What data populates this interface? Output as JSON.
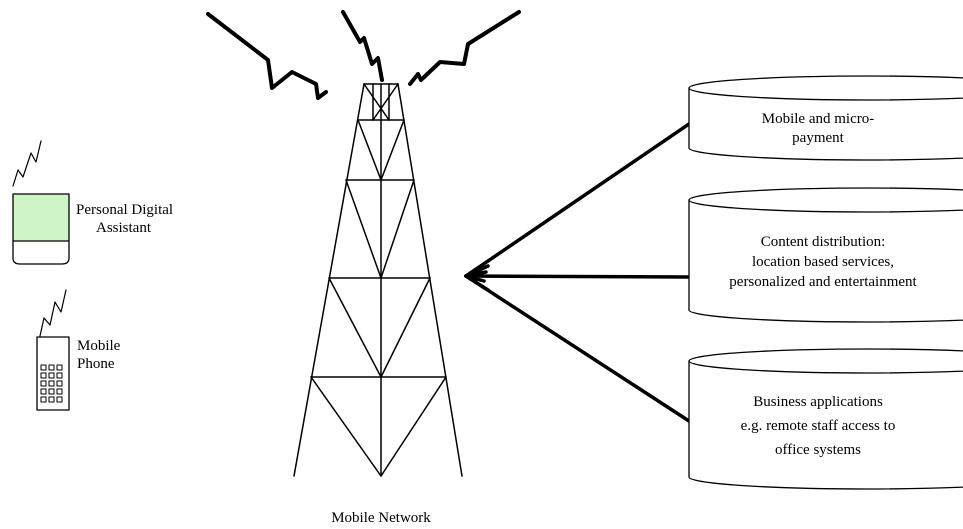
{
  "devices": {
    "pda": {
      "label_line1": "Personal Digital",
      "label_line2": "Assistant",
      "screen_color": "#cff5c6"
    },
    "phone": {
      "label_line1": "Mobile",
      "label_line2": "Phone"
    }
  },
  "tower": {
    "label": "Mobile Network"
  },
  "services": [
    {
      "lines": [
        "Mobile and micro-",
        "payment"
      ]
    },
    {
      "lines": [
        "Content distribution:",
        "location based services,",
        "personalized and  entertainment"
      ]
    },
    {
      "lines": [
        "Business applications",
        "e.g. remote staff access to",
        "office systems"
      ]
    }
  ],
  "colors": {
    "stroke": "#000000",
    "background": "#ffffff"
  }
}
